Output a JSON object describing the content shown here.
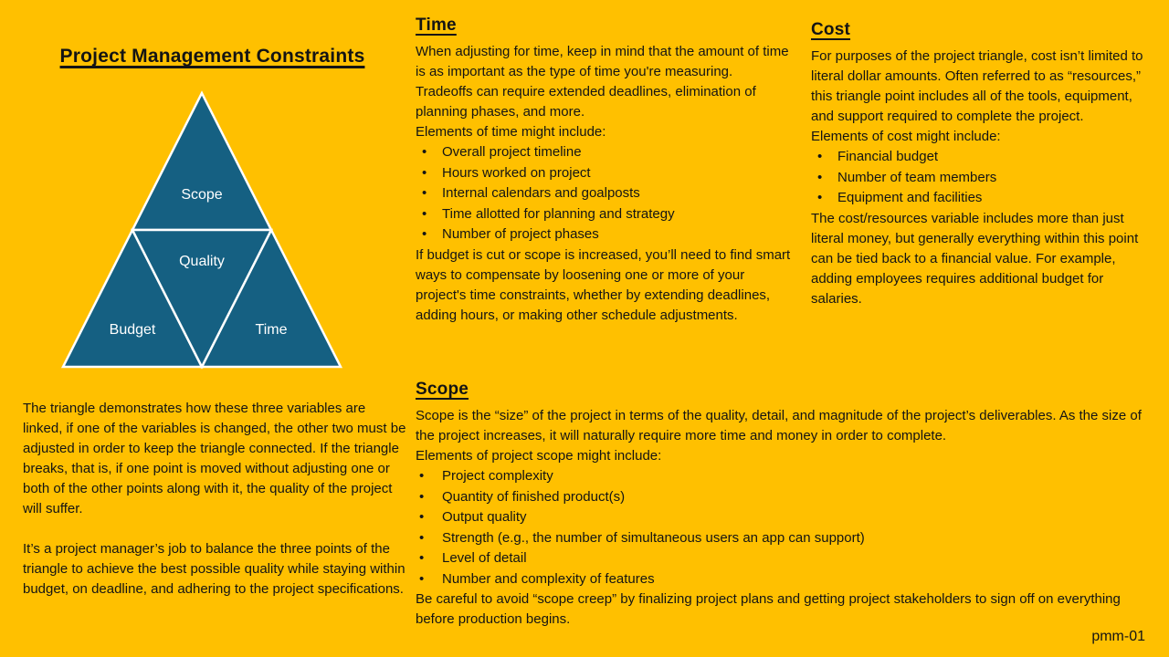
{
  "slide": {
    "background_color": "#FFC000",
    "triangle_color": "#156082",
    "footer_label": "pmm-01"
  },
  "left_panel": {
    "title": "Project Management Constraints",
    "triangle": {
      "labels": {
        "top": "Scope",
        "center": "Quality",
        "bottom_left": "Budget",
        "bottom_right": "Time"
      }
    },
    "paragraph_1": "The triangle demonstrates how these three variables are linked, if one of the variables is changed, the other two must be adjusted in order to keep the triangle connected. If the triangle breaks, that is, if one point is moved without adjusting one or both of the other points along with it, the quality of the project will suffer.",
    "paragraph_2": "It’s a project manager’s job to balance the three points of the triangle to achieve the best possible quality while staying within budget, on deadline, and adhering to the project specifications."
  },
  "sections": {
    "time": {
      "heading": "Time",
      "intro": "When adjusting for time, keep in mind that the amount of time is as important as the type of time you're measuring. Tradeoffs can require extended deadlines, elimination of planning phases, and more.",
      "list_label": "Elements of time might include:",
      "bullets": [
        "Overall project timeline",
        "Hours worked on project",
        "Internal calendars and goalposts",
        "Time allotted for planning and strategy",
        "Number of project phases"
      ],
      "outro": "If budget is cut or scope is increased, you’ll need to find smart ways to compensate by loosening one or more of your project's time constraints, whether by extending deadlines, adding hours, or making other schedule adjustments."
    },
    "cost": {
      "heading": "Cost",
      "intro": "For purposes of the project triangle, cost isn’t limited to literal dollar amounts. Often referred to as “resources,” this triangle point includes all of the tools, equipment, and support required to complete the project.",
      "list_label": "Elements of cost might include:",
      "bullets": [
        "Financial budget",
        "Number of team members",
        "Equipment and facilities"
      ],
      "outro": "The cost/resources variable includes more than just literal money, but generally everything within this point can be tied back to a financial value. For example, adding employees requires additional budget for salaries."
    },
    "scope": {
      "heading": "Scope",
      "intro": "Scope is the “size” of the project in terms of the quality, detail, and magnitude of the project’s deliverables. As the size of the project increases, it will naturally require more time and money in order to complete.",
      "list_label": "Elements of project scope might include:",
      "bullets": [
        "Project complexity",
        "Quantity of finished product(s)",
        "Output quality",
        "Strength (e.g., the number of simultaneous users an app can support)",
        "Level of detail",
        "Number and complexity of features"
      ],
      "outro": "Be careful to avoid “scope creep” by finalizing project plans and getting project stakeholders to sign off on everything before production begins."
    }
  }
}
